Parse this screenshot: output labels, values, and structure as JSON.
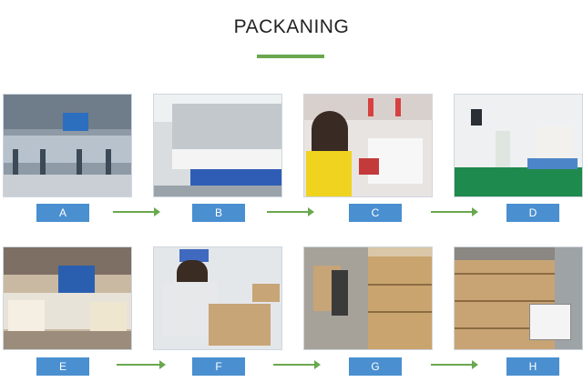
{
  "title": "PACKANING",
  "steps": [
    {
      "label": "A",
      "scene": "workshop-hall"
    },
    {
      "label": "B",
      "scene": "embroidery-machines"
    },
    {
      "label": "C",
      "scene": "sewing-worker"
    },
    {
      "label": "D",
      "scene": "quality-check-room"
    },
    {
      "label": "E",
      "scene": "folding-table"
    },
    {
      "label": "F",
      "scene": "carton-packing"
    },
    {
      "label": "G",
      "scene": "container-loading"
    },
    {
      "label": "H",
      "scene": "loaded-container"
    }
  ],
  "colors": {
    "accent_green": "#6aa84f",
    "label_blue": "#4a8fd0"
  }
}
